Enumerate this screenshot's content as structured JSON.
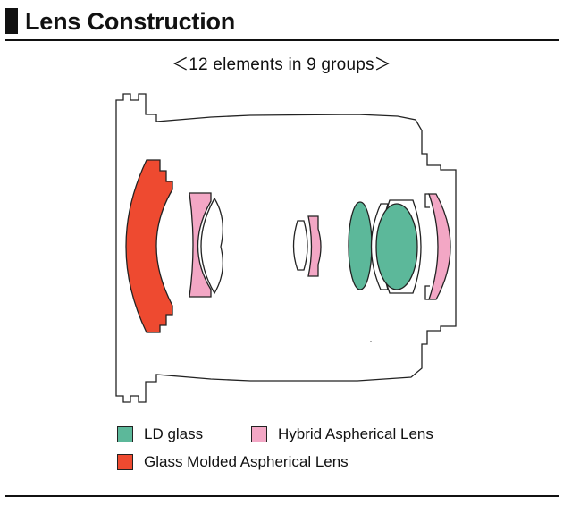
{
  "header": {
    "title": "Lens Construction"
  },
  "diagram": {
    "subtitle": "＜12 elements in 9 groups＞"
  },
  "legend": {
    "items": [
      {
        "label": "LD glass",
        "color": "#5cb89a",
        "icon": "green-swatch"
      },
      {
        "label": "Hybrid Aspherical Lens",
        "color": "#f3a7c5",
        "icon": "pink-swatch"
      },
      {
        "label": "Glass Molded Aspherical Lens",
        "color": "#ee4a30",
        "icon": "red-swatch"
      }
    ]
  },
  "colors": {
    "ld_glass": "#5cb89a",
    "hybrid_aspherical": "#f3a7c5",
    "glass_molded_aspherical": "#ee4a30",
    "outline": "#222222"
  }
}
